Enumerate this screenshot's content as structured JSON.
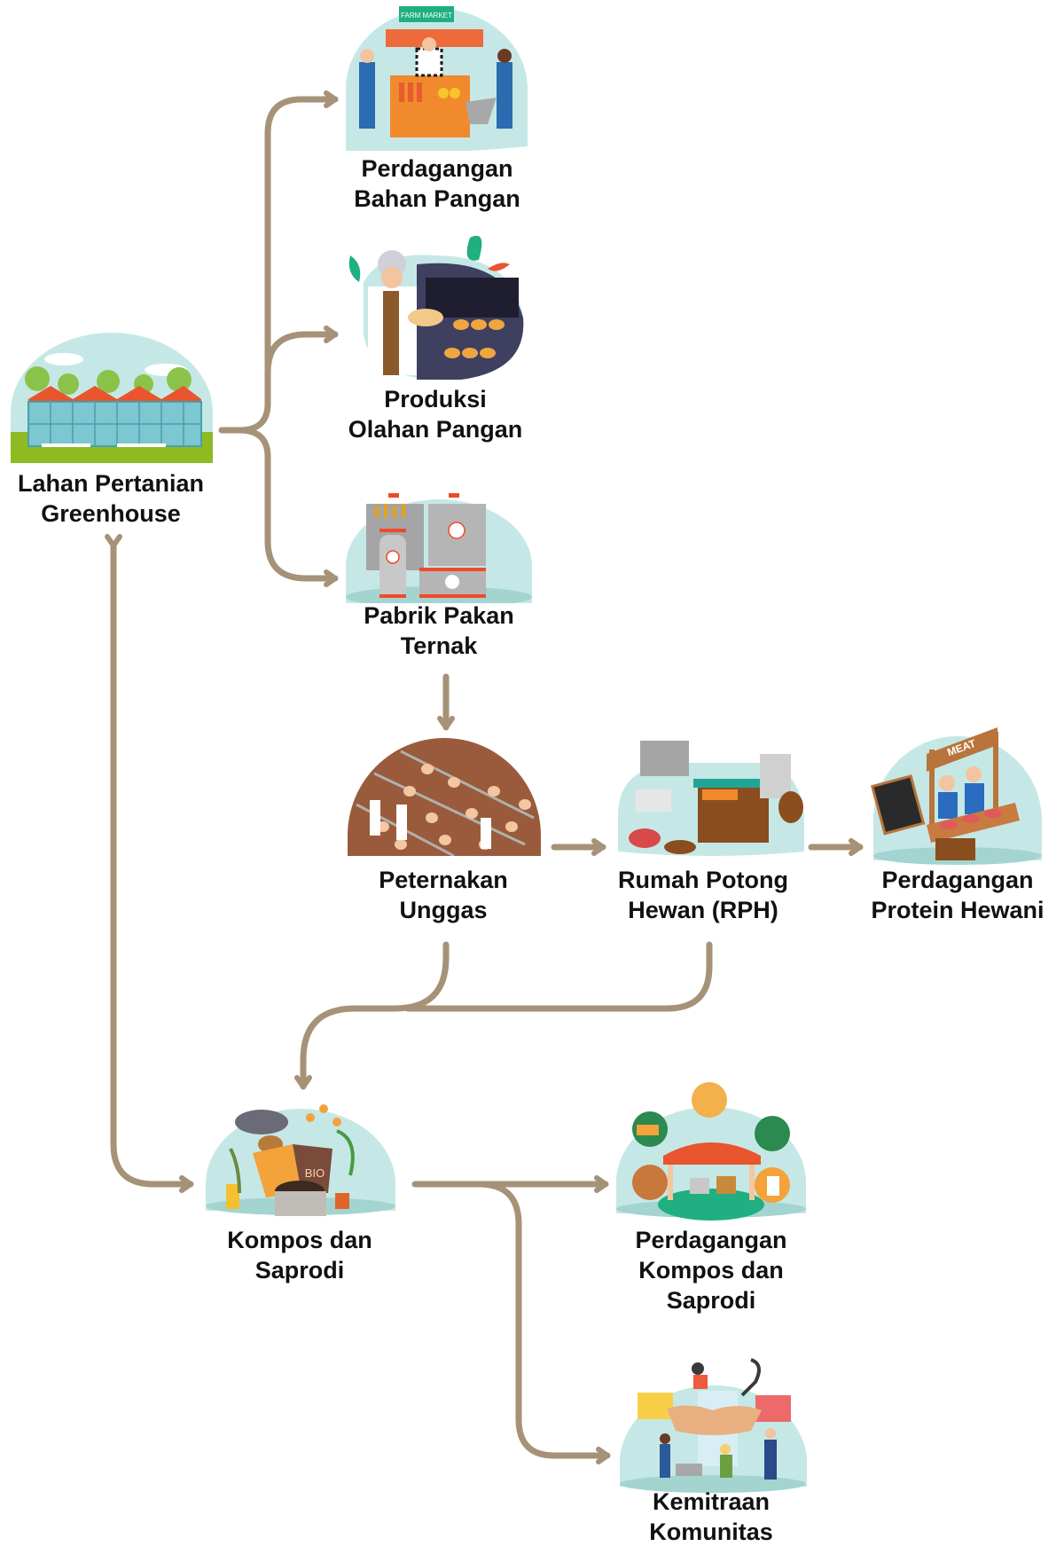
{
  "colors": {
    "connector": "#A69277",
    "bubble": "#C5E8E6",
    "bubble_ground": "#A3D4D0",
    "text": "#111111"
  },
  "nodes": {
    "greenhouse": {
      "lines": [
        "Lahan Pertanian",
        "Greenhouse"
      ],
      "icon": "greenhouse-icon"
    },
    "food_trade": {
      "lines": [
        "Perdagangan",
        "Bahan Pangan"
      ],
      "icon": "farm-market-icon",
      "sign": "FARM MARKET"
    },
    "food_processing": {
      "lines": [
        "Produksi",
        "Olahan Pangan"
      ],
      "icon": "bakery-icon"
    },
    "feed_mill": {
      "lines": [
        "Pabrik Pakan",
        "Ternak"
      ],
      "icon": "feed-silo-icon"
    },
    "poultry_farm": {
      "lines": [
        "Peternakan",
        "Unggas"
      ],
      "icon": "poultry-farm-icon"
    },
    "slaughterhouse": {
      "lines": [
        "Rumah Potong",
        "Hewan (RPH)"
      ],
      "icon": "slaughterhouse-icon"
    },
    "protein_trade": {
      "lines": [
        "Perdagangan",
        "Protein Hewani"
      ],
      "icon": "meat-stall-icon",
      "sign": "MEAT"
    },
    "compost": {
      "lines": [
        "Kompos dan",
        "Saprodi"
      ],
      "icon": "compost-bins-icon",
      "bin_label": "BIO"
    },
    "compost_trade": {
      "lines": [
        "Perdagangan",
        "Kompos dan",
        "Saprodi"
      ],
      "icon": "compost-market-icon"
    },
    "community": {
      "lines": [
        "Kemitraan",
        "Komunitas"
      ],
      "icon": "handshake-icon"
    }
  },
  "edges": [
    {
      "from": "Lahan Pertanian Greenhouse",
      "to": "Perdagangan Bahan Pangan"
    },
    {
      "from": "Lahan Pertanian Greenhouse",
      "to": "Produksi Olahan Pangan"
    },
    {
      "from": "Lahan Pertanian Greenhouse",
      "to": "Pabrik Pakan Ternak"
    },
    {
      "from": "Pabrik Pakan Ternak",
      "to": "Peternakan Unggas"
    },
    {
      "from": "Peternakan Unggas",
      "to": "Rumah Potong Hewan (RPH)"
    },
    {
      "from": "Rumah Potong Hewan (RPH)",
      "to": "Perdagangan Protein Hewani"
    },
    {
      "from": "Peternakan Unggas",
      "to": "Kompos dan Saprodi"
    },
    {
      "from": "Rumah Potong Hewan (RPH)",
      "to": "Kompos dan Saprodi"
    },
    {
      "from": "Kompos dan Saprodi",
      "to": "Lahan Pertanian Greenhouse",
      "bidirectional": true
    },
    {
      "from": "Kompos dan Saprodi",
      "to": "Perdagangan Kompos dan Saprodi"
    },
    {
      "from": "Kompos dan Saprodi",
      "to": "Kemitraan Komunitas"
    }
  ]
}
